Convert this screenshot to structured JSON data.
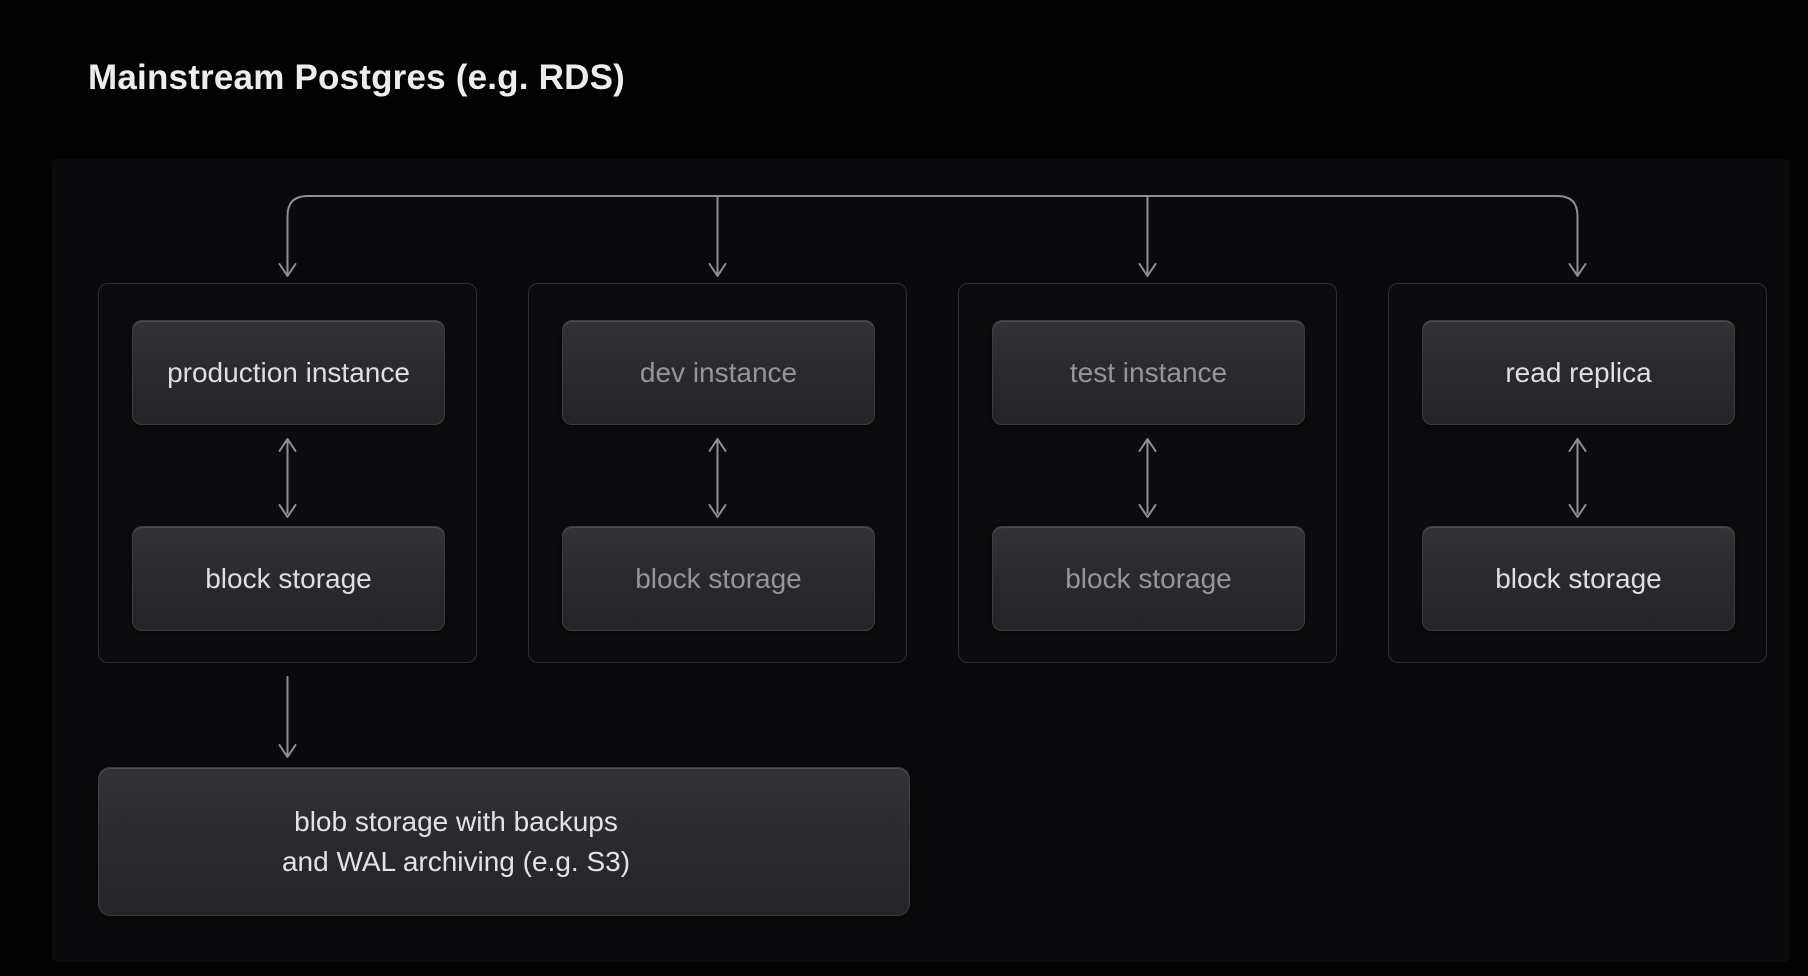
{
  "title": "Mainstream Postgres (e.g. RDS)",
  "diagram": {
    "groups": [
      {
        "id": "production",
        "tone": "bright",
        "instance_label": "production instance",
        "storage_label": "block storage"
      },
      {
        "id": "dev",
        "tone": "dim",
        "instance_label": "dev instance",
        "storage_label": "block storage"
      },
      {
        "id": "test",
        "tone": "dim",
        "instance_label": "test instance",
        "storage_label": "block storage"
      },
      {
        "id": "read-replica",
        "tone": "bright",
        "instance_label": "read replica",
        "storage_label": "block storage"
      }
    ],
    "blob_storage": {
      "line1": "blob storage with backups",
      "line2": "and WAL archiving (e.g. S3)"
    },
    "connections": [
      {
        "type": "fan-out",
        "from": "top-bus",
        "to": [
          "production instance",
          "dev instance",
          "test instance",
          "read replica"
        ]
      },
      {
        "type": "bidirectional",
        "from": "production instance",
        "to": "block storage"
      },
      {
        "type": "bidirectional",
        "from": "dev instance",
        "to": "block storage"
      },
      {
        "type": "bidirectional",
        "from": "test instance",
        "to": "block storage"
      },
      {
        "type": "bidirectional",
        "from": "read replica",
        "to": "block storage"
      },
      {
        "type": "directed",
        "from": "production block storage",
        "to": "blob storage"
      }
    ]
  },
  "colors": {
    "background": "#020203",
    "panel": "#0a0a0c",
    "group_border": "#2e2e33",
    "node_gradient_top": "#323238",
    "node_gradient_bottom": "#232328",
    "node_border": "#3c3c42",
    "text_bright": "#dfdfe3",
    "text_dim": "#95959c",
    "arrow": "#8e8e96",
    "title_text": "#ededf0"
  }
}
